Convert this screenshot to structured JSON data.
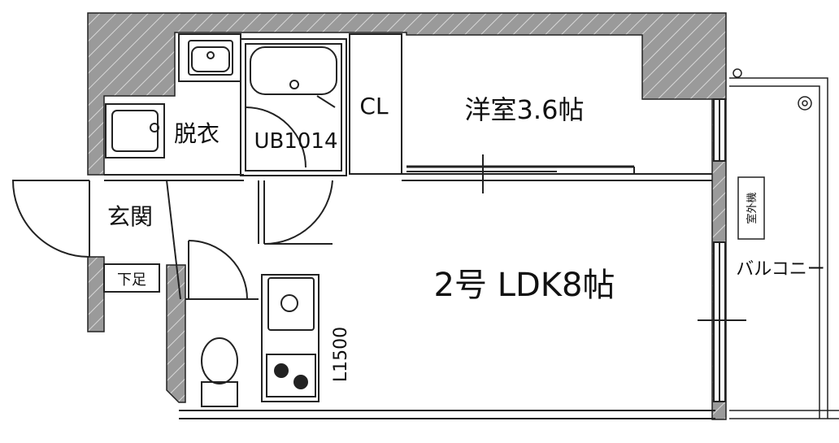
{
  "rooms": {
    "western_room": "洋室3.6帖",
    "ldk": "2号 LDK8帖",
    "closet": "CL",
    "unit_bath": "UB1014",
    "dressing": "脱衣",
    "entrance": "玄関",
    "shoe_box": "下足",
    "balcony": "バルコニー",
    "outdoor_unit": "室外機",
    "kitchen_length": "L1500"
  },
  "colors": {
    "wall_fill": "#8c8c8c",
    "line": "#1a1a1a",
    "background": "#ffffff"
  }
}
